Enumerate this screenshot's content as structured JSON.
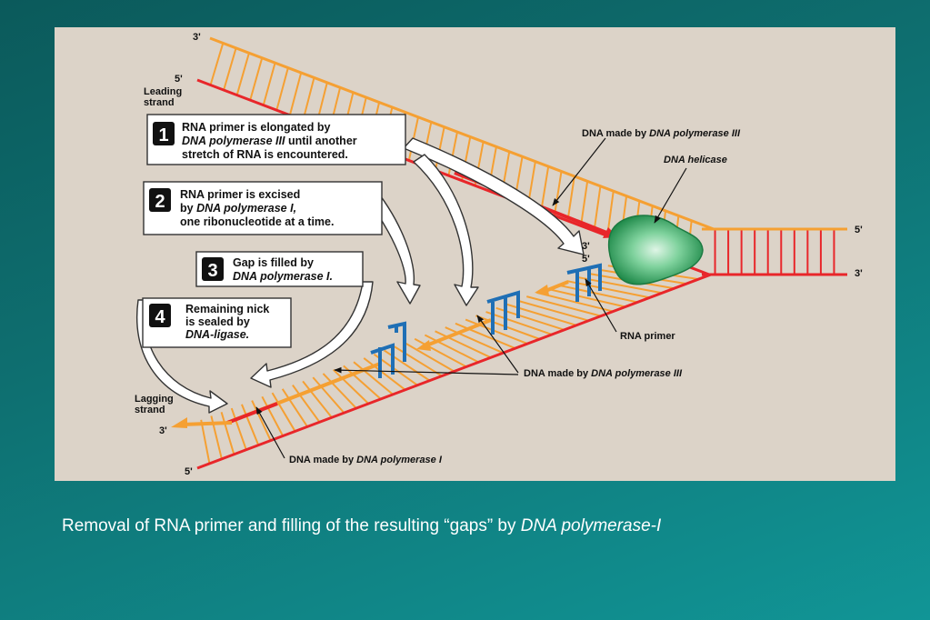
{
  "diagram": {
    "labels": {
      "top_3prime": "3'",
      "top_5prime": "5'",
      "leading_strand_1": "Leading",
      "leading_strand_2": "strand",
      "right_5prime": "5'",
      "right_3prime": "3'",
      "fork_3prime": "3'",
      "fork_5prime": "5'",
      "lagging_strand_1": "Lagging",
      "lagging_strand_2": "strand",
      "bottom_3prime": "3'",
      "bottom_5prime": "5'",
      "pol3_top_prefix": "DNA made by ",
      "pol3_top_enzyme": "DNA polymerase III",
      "helicase": "DNA helicase",
      "rna_primer": "RNA primer",
      "pol3_mid_prefix": "DNA made by ",
      "pol3_mid_enzyme": "DNA polymerase III",
      "pol1_prefix": "DNA made by ",
      "pol1_enzyme": "DNA polymerase I"
    },
    "steps": [
      {
        "number": "1",
        "line1": "RNA primer is elongated by",
        "line2_italic": "DNA polymerase III",
        "line2_rest": " until another",
        "line3": "stretch of RNA is encountered."
      },
      {
        "number": "2",
        "line1": "RNA primer is excised",
        "line2_prefix": "by ",
        "line2_italic": "DNA polymerase I,",
        "line3": "one ribonucleotide at a time."
      },
      {
        "number": "3",
        "line1": "Gap is filled by",
        "line2_italic": "DNA polymerase I."
      },
      {
        "number": "4",
        "line1": "Remaining nick",
        "line2": "is sealed by",
        "line3_italic": "DNA-ligase."
      }
    ],
    "colors": {
      "panel": "#dcd3c8",
      "template_strand": "#e8262a",
      "new_dna": "#f5a033",
      "rna_primer": "#1f6fb5",
      "helicase": "#2e9e5e"
    }
  },
  "caption": {
    "text": "Removal of RNA primer and filling of the resulting “gaps” by ",
    "italic": "DNA polymerase-I"
  }
}
